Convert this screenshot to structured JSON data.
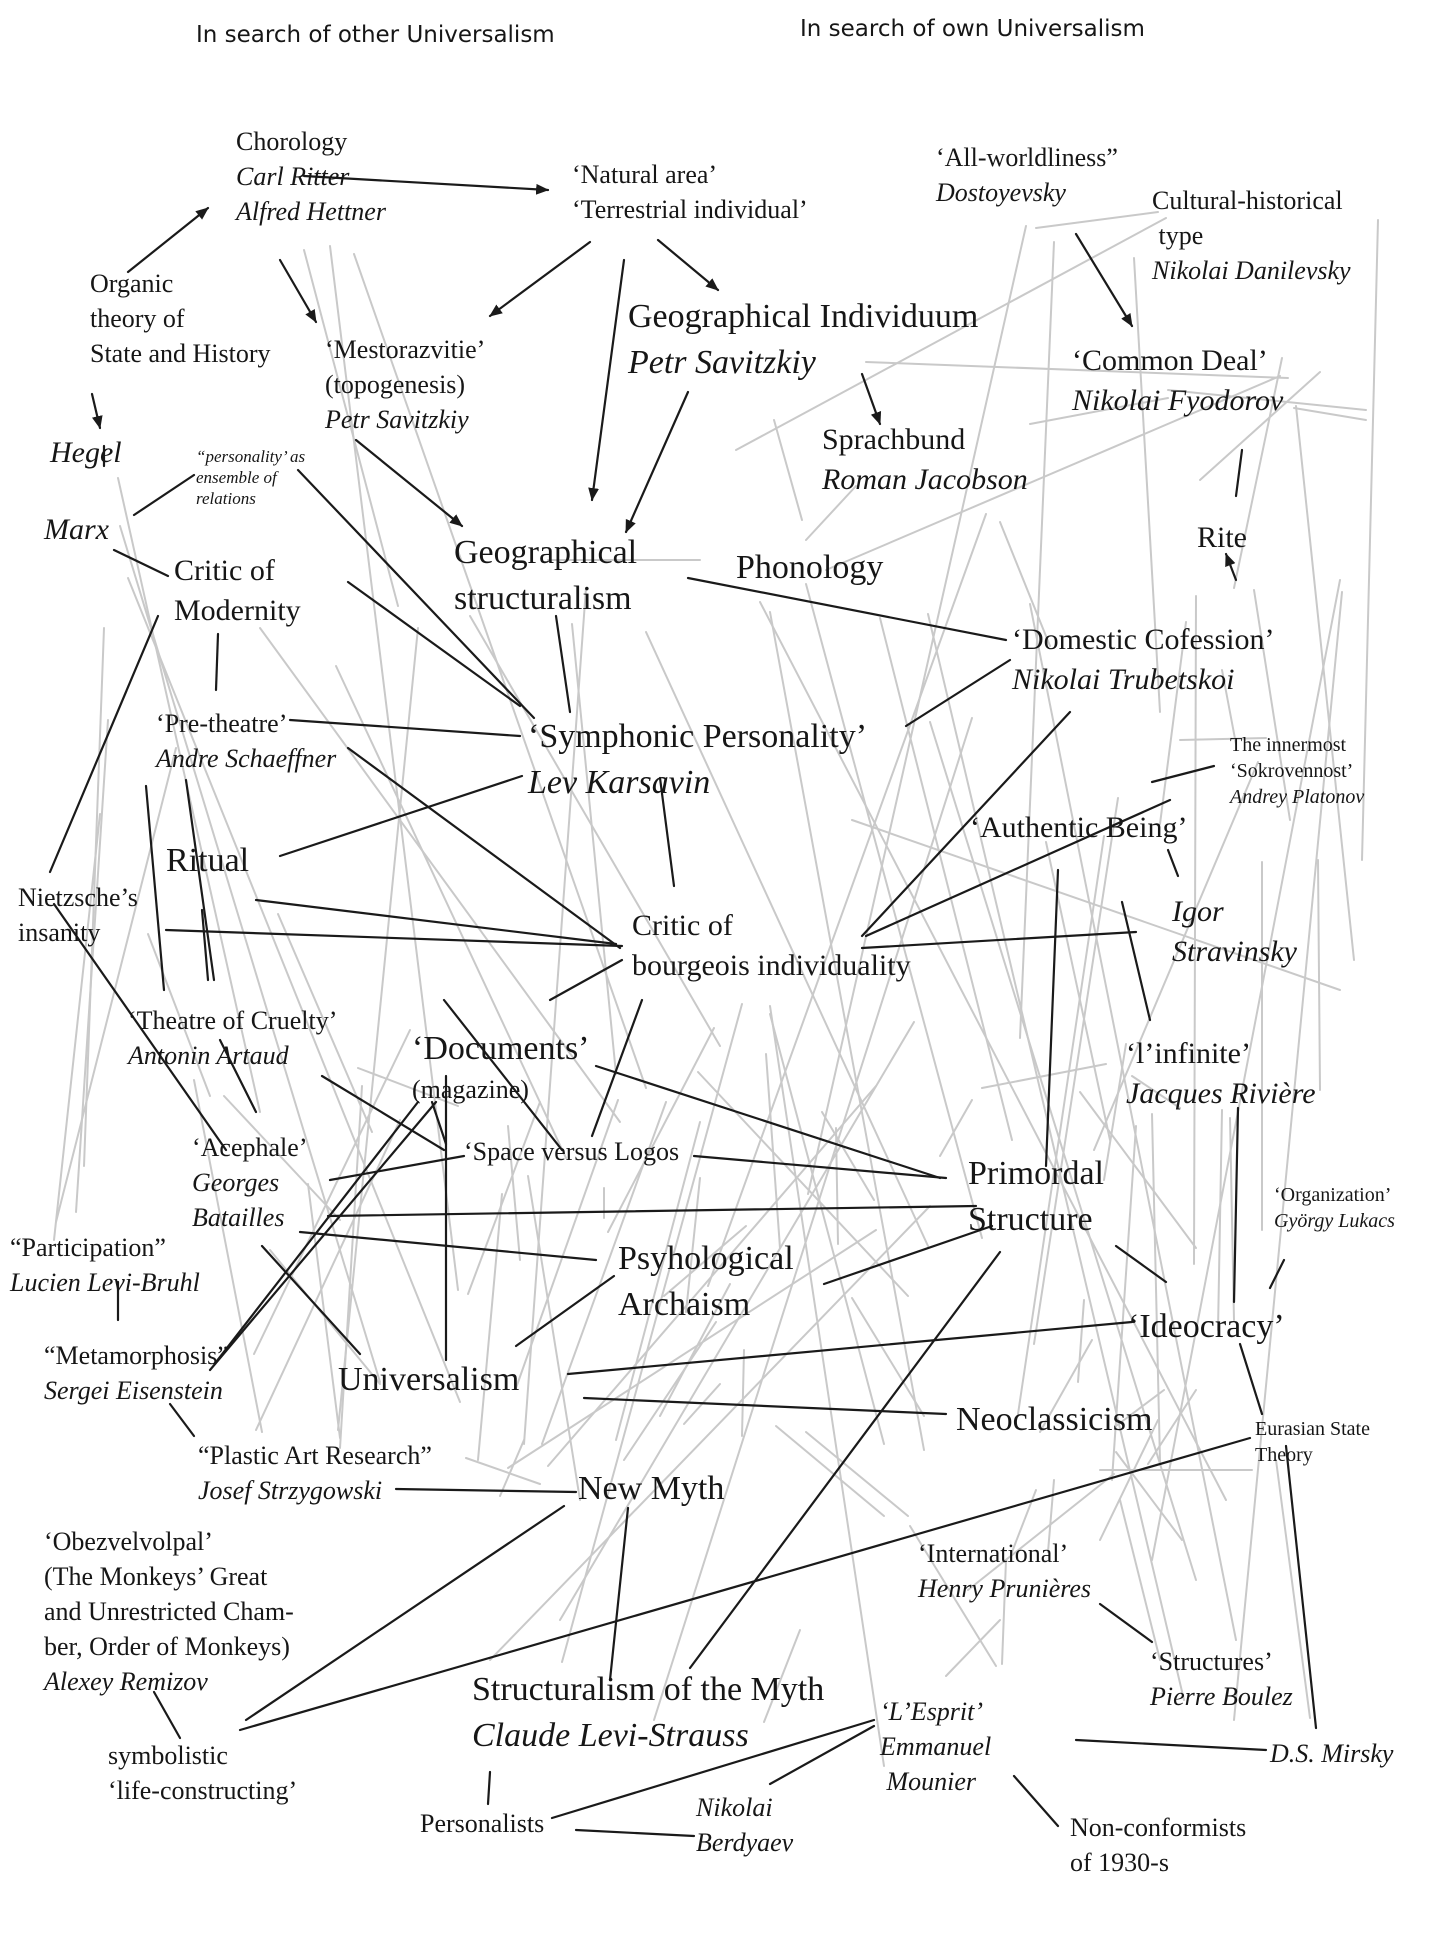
{
  "headers": {
    "left": "In search of other Universalism",
    "right": "In search of own Universalism"
  },
  "nodes": {
    "chorology": {
      "lines": [
        "Chorology",
        "Carl Ritter",
        "Alfred Hettner"
      ]
    },
    "natural_area": {
      "lines": [
        "‘Natural area’",
        "‘Terrestrial individual’"
      ]
    },
    "all_worldliness": {
      "lines": [
        "‘All-worldliness”",
        "Dostoyevsky"
      ]
    },
    "cultural_historical": {
      "lines": [
        "Cultural-historical",
        " type",
        "Nikolai Danilevsky"
      ]
    },
    "organic_theory": {
      "lines": [
        "Organic",
        "theory of",
        "State and History"
      ]
    },
    "mestorazvitie": {
      "lines": [
        "‘Mestorazvitie’",
        "(topogenesis)",
        "Petr Savitzkiy"
      ]
    },
    "geo_individuum": {
      "lines": [
        "Geographical Individuum",
        "Petr Savitzkiy"
      ]
    },
    "common_deal": {
      "lines": [
        "‘Common Deal’",
        "Nikolai Fyodorov"
      ]
    },
    "hegel": {
      "lines": [
        "Hegel"
      ]
    },
    "personality_ensemble": {
      "lines": [
        "“personality’ as",
        "ensemble of",
        "relations"
      ]
    },
    "sprachbund": {
      "lines": [
        "Sprachbund",
        "Roman Jacobson"
      ]
    },
    "marx": {
      "lines": [
        "Marx"
      ]
    },
    "rite": {
      "lines": [
        "Rite"
      ]
    },
    "geo_structuralism": {
      "lines": [
        "Geographical",
        "structuralism"
      ]
    },
    "phonology": {
      "lines": [
        "Phonology"
      ]
    },
    "critic_modernity": {
      "lines": [
        "Critic of",
        "Modernity"
      ]
    },
    "domestic_cofession": {
      "lines": [
        "‘Domestic Cofession’",
        "Nikolai Trubetskoi"
      ]
    },
    "pre_theatre": {
      "lines": [
        "‘Pre-theatre’",
        "Andre Schaeffner"
      ]
    },
    "symphonic": {
      "lines": [
        "‘Symphonic Personality’",
        "Lev Karsavin"
      ]
    },
    "innermost": {
      "lines": [
        "The innermost",
        "‘Sokrovennost’",
        "Andrey Platonov"
      ]
    },
    "authentic_being": {
      "lines": [
        "‘Authentic Being’"
      ]
    },
    "ritual": {
      "lines": [
        "Ritual"
      ]
    },
    "nietzsche": {
      "lines": [
        "Nietzsche’s",
        "insanity"
      ]
    },
    "critic_bourgeois": {
      "lines": [
        "Critic of",
        "bourgeois individuality"
      ]
    },
    "igor": {
      "lines": [
        "Igor",
        "Stravinsky"
      ]
    },
    "theatre_cruelty": {
      "lines": [
        "‘Theatre of Cruelty’",
        "Antonin Artaud"
      ]
    },
    "documents": {
      "lines": [
        "‘Documents’",
        "(magazine)"
      ]
    },
    "infinite": {
      "lines": [
        "‘l’infinite’",
        "Jacques Rivière"
      ]
    },
    "acephale": {
      "lines": [
        "‘Acephale’",
        "Georges",
        "Batailles"
      ]
    },
    "space_logos": {
      "lines": [
        "‘Space versus Logos"
      ]
    },
    "primordal": {
      "lines": [
        "Primordal",
        "Structure"
      ]
    },
    "organization": {
      "lines": [
        "‘Organization’",
        "György Lukacs"
      ]
    },
    "participation": {
      "lines": [
        "“Participation”",
        "Lucien Levi-Bruhl"
      ]
    },
    "psyhological": {
      "lines": [
        "Psyhological",
        "Archaism"
      ]
    },
    "ideocracy": {
      "lines": [
        "‘Ideocracy’"
      ]
    },
    "metamorphosis": {
      "lines": [
        "“Metamorphosis”",
        "Sergei Eisenstein"
      ]
    },
    "universalism": {
      "lines": [
        "Universalism"
      ]
    },
    "neoclassicism": {
      "lines": [
        "Neoclassicism"
      ]
    },
    "eurasian_state": {
      "lines": [
        "Eurasian State",
        "Theory"
      ]
    },
    "plastic_art": {
      "lines": [
        "“Plastic Art Research”",
        "Josef Strzygowski"
      ]
    },
    "new_myth": {
      "lines": [
        "New Myth"
      ]
    },
    "obezvelvolpal": {
      "lines": [
        "‘Obezvelvolpal’",
        "(The Monkeys’ Great",
        "and Unrestricted Cham-",
        "ber, Order of Monkeys)",
        "Alexey Remizov"
      ]
    },
    "international": {
      "lines": [
        "‘International’",
        "Henry Prunières"
      ]
    },
    "structures_boulez": {
      "lines": [
        "‘Structures’",
        "Pierre Boulez"
      ]
    },
    "structuralism_myth": {
      "lines": [
        "Structuralism of the Myth",
        "Claude Levi-Strauss"
      ]
    },
    "esprit": {
      "lines": [
        "‘L’Esprit’",
        "Emmanuel",
        " Mounier"
      ]
    },
    "mirsky": {
      "lines": [
        "D.S. Mirsky"
      ]
    },
    "symbolistic": {
      "lines": [
        "symbolistic",
        "‘life-constructing’"
      ]
    },
    "personalists": {
      "lines": [
        "Personalists"
      ]
    },
    "berdyaev": {
      "lines": [
        "Nikolai",
        "Berdyaev"
      ]
    },
    "nonconformists": {
      "lines": [
        "Non-conformists",
        "of 1930-s"
      ]
    }
  }
}
